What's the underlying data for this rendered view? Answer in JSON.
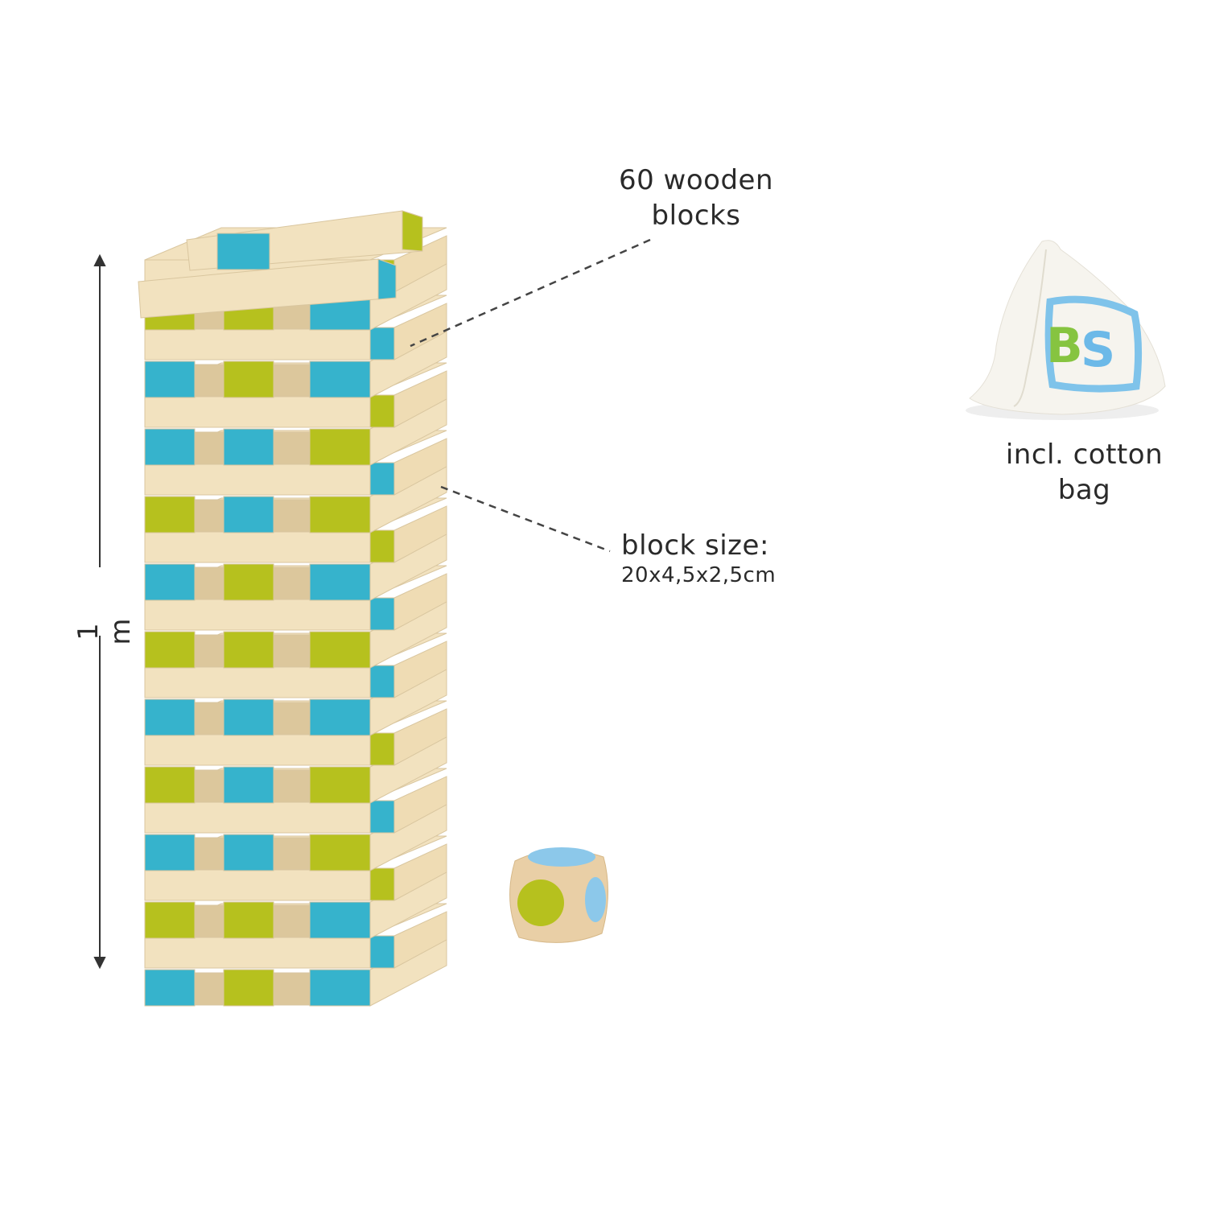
{
  "callouts": {
    "blocks": {
      "line1": "60 wooden",
      "line2": "blocks"
    },
    "size": {
      "title": "block size:",
      "value": "20x4,5x2,5cm"
    },
    "bag": {
      "line1": "incl. cotton",
      "line2": "bag"
    }
  },
  "dimension": {
    "height_label": "1 m"
  },
  "bag_logo": "BS",
  "colors": {
    "teal": "#36b3cc",
    "lime": "#b6c11e",
    "wood": "#f2e2bf",
    "wood_dark": "#dcc79c",
    "die_blue": "#8cc8ea"
  }
}
